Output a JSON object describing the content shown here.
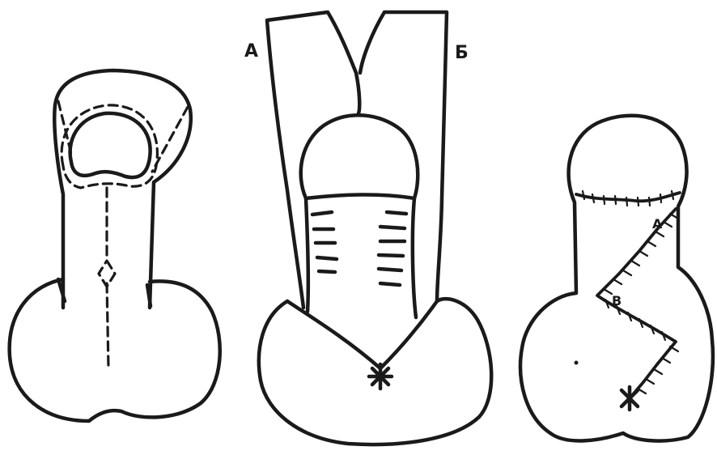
{
  "panels": [
    {
      "name": "left-stage",
      "labels": []
    },
    {
      "name": "middle-stage",
      "labels": [
        "А",
        "Б"
      ]
    },
    {
      "name": "right-stage",
      "labels": [
        "А",
        "В"
      ]
    }
  ],
  "colors": {
    "ink": "#1a1a1a",
    "paper": "#ffffff"
  }
}
